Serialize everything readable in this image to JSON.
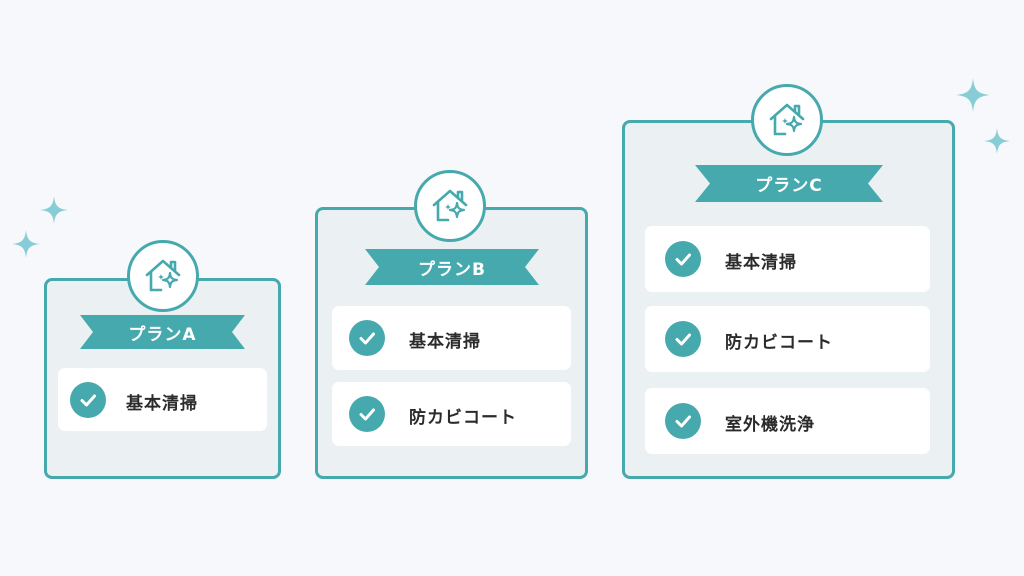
{
  "colors": {
    "accent": "#45a9ad",
    "card_bg": "#ebf1f3",
    "sparkle": "#87cdd6",
    "page_bg": "#f6f8fb"
  },
  "icons": {
    "badge": "house-sparkle-icon",
    "check": "check-icon",
    "decoration": "sparkle-icon"
  },
  "plans": [
    {
      "name": "プランA",
      "items": [
        "基本清掃"
      ]
    },
    {
      "name": "プランB",
      "items": [
        "基本清掃",
        "防カビコート"
      ]
    },
    {
      "name": "プランC",
      "items": [
        "基本清掃",
        "防カビコート",
        "室外機洗浄"
      ]
    }
  ]
}
